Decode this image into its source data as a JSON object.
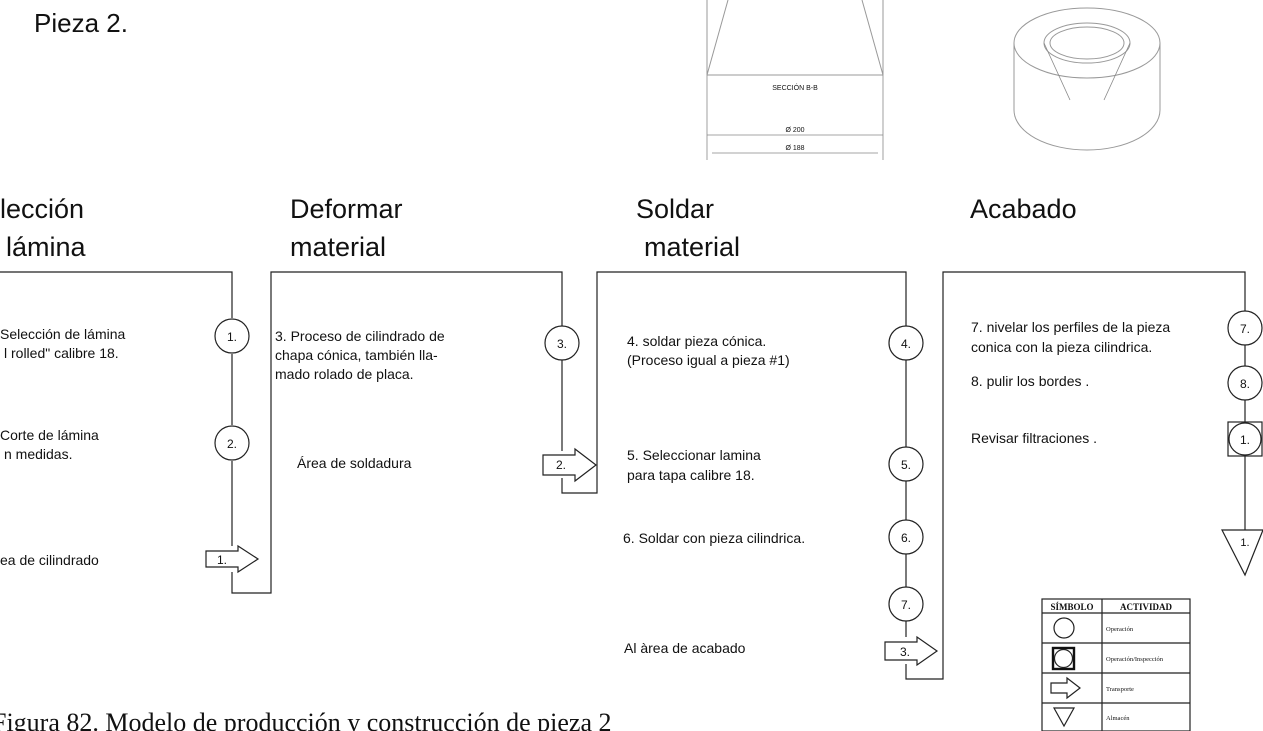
{
  "page_title": "Pieza 2.",
  "figure_caption": "Figura 82. Modelo de producción y construcción de pieza 2",
  "drawing": {
    "section_label": "SECCIÓN B-B",
    "dim_1": "Ø 200",
    "dim_2": "Ø 188"
  },
  "headers": {
    "h1_l1": "lección",
    "h1_l2": "lámina",
    "h2_l1": "Deformar",
    "h2_l2": "material",
    "h3_l1": "Soldar",
    "h3_l2": "material",
    "h4_l1": "Acabado"
  },
  "col1": {
    "step1_l1": "Selección de lámina",
    "step1_l2": "l rolled\" calibre 18.",
    "step2_l1": "Corte de lámina",
    "step2_l2": "n medidas.",
    "transport": "ea de cilindrado"
  },
  "col2": {
    "step3_l1": "3.   Proceso de cilindrado de",
    "step3_l2": "chapa cónica, también lla-",
    "step3_l3": "mado rolado de placa.",
    "transport": "Área  de soldadura"
  },
  "col3": {
    "step4_l1": "4.   soldar pieza cónica.",
    "step4_l2": "(Proceso igual a pieza #1)",
    "step5_l1": "5.   Seleccionar lamina",
    "step5_l2": "para tapa calibre 18.",
    "step6": "6.   Soldar con pieza cilindrica.",
    "transport": "Al àrea de acabado"
  },
  "col4": {
    "step7_l1": "7. nivelar los perfiles de la pieza",
    "step7_l2": "conica con la pieza cilindrica.",
    "step8": "8.   pulir los bordes .",
    "inspection": "Revisar filtraciones  ."
  },
  "symbols": {
    "op1": "1.",
    "op2": "2.",
    "op3": "3.",
    "op4": "4.",
    "op5": "5.",
    "op6": "6.",
    "op7a": "7.",
    "op7b": "7.",
    "op8": "8.",
    "tr1": "1.",
    "tr2": "2.",
    "tr3": "3.",
    "insp1": "1.",
    "store1": "1."
  },
  "legend": {
    "col_symbol": "SÍMBOLO",
    "col_activity": "ACTIVIDAD",
    "rows": [
      "Operación",
      "Operación/Inspección",
      "Transporte",
      "Almacén"
    ]
  }
}
